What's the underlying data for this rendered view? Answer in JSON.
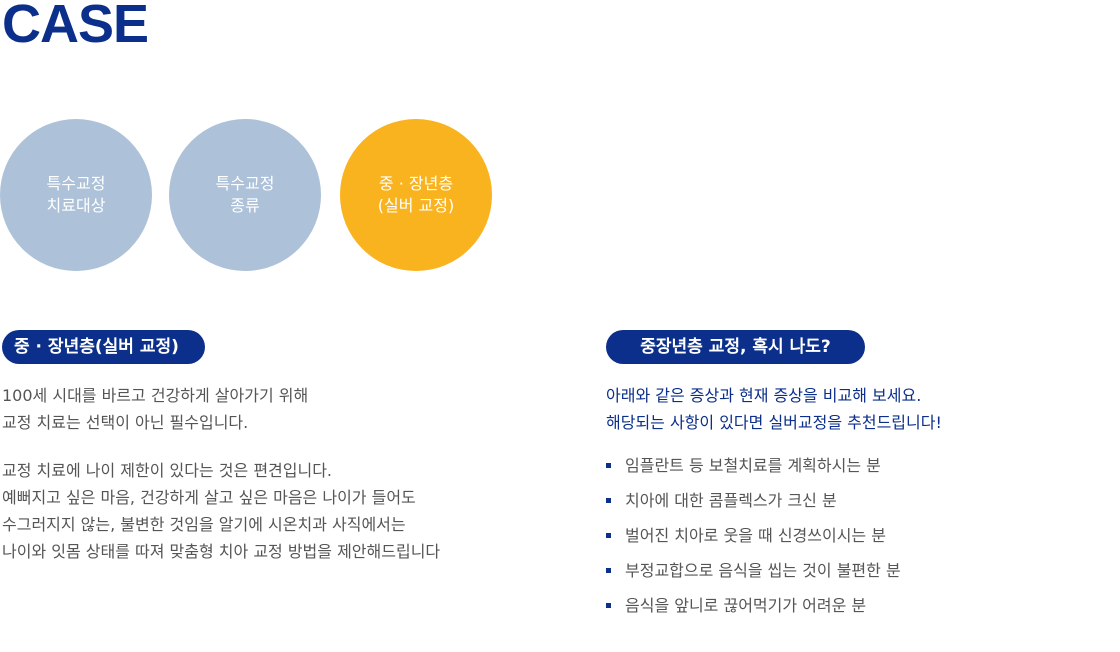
{
  "header": {
    "title": "CASE"
  },
  "circles": [
    {
      "line1": "특수교정",
      "line2": "치료대상",
      "active": false
    },
    {
      "line1": "특수교정",
      "line2": "종류",
      "active": false
    },
    {
      "line1": "중 · 장년층",
      "line2": "(실버 교정)",
      "active": true
    }
  ],
  "left_section": {
    "title": "중 · 장년층(실버 교정)",
    "paragraph1": [
      "100세 시대를 바르고 건강하게 살아가기 위해",
      "교정 치료는 선택이 아닌 필수입니다."
    ],
    "paragraph2": [
      "교정 치료에 나이 제한이 있다는 것은 편견입니다.",
      "예뻐지고 싶은 마음, 건강하게 살고 싶은 마음은 나이가 들어도",
      "수그러지지 않는, 불변한 것임을 알기에 시온치과 사직에서는",
      "나이와 잇몸 상태를 따져 맞춤형 치아 교정 방법을 제안해드립니다"
    ]
  },
  "right_section": {
    "title": "중장년층 교정, 혹시 나도?",
    "intro": [
      "아래와 같은 증상과 현재 증상을 비교해 보세요.",
      "해당되는 사항이 있다면 실버교정을 추천드립니다!"
    ],
    "items": [
      "임플란트 등 보철치료를 계획하시는 분",
      "치아에 대한 콤플렉스가 크신 분",
      "벌어진 치아로 웃을 때 신경쓰이시는 분",
      "부정교합으로 음식을 씹는 것이 불편한 분",
      "음식을 앞니로 끊어먹기가 어려운 분"
    ]
  },
  "colors": {
    "brand_navy": "#0b2f8a",
    "circle_inactive": "#adc1d9",
    "circle_active": "#f9b31f",
    "body_text": "#555555"
  }
}
